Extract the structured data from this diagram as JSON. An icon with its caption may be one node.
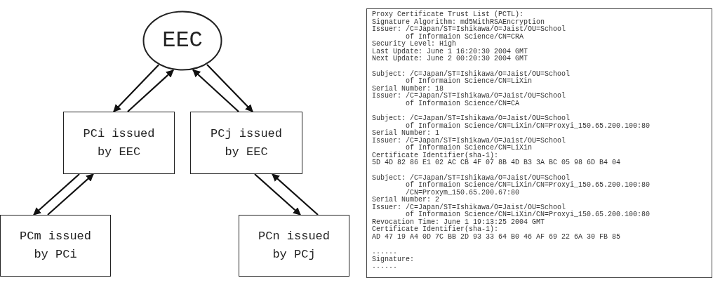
{
  "diagram": {
    "nodes": [
      {
        "text": [
          "EEC"
        ]
      },
      {
        "text": [
          "PCi issued by EEC"
        ]
      },
      {
        "text": [
          "PCj issued by EEC"
        ]
      },
      {
        "text": [
          "PCm issued by PCi"
        ]
      },
      {
        "text": [
          "PCn issued by PCj"
        ]
      },
      {
        "text": [
          "Proxy Certificate Trust List (PCTL):",
          "Signature Algorithm: md5WithRSAEncryption",
          "Issuer: /C=Japan/ST=Ishikawa/O=Jaist/OU=School",
          "of Informaion Science/CN=CRA",
          "Security Level: High",
          "Last Update: June 1 16:20:30 2004 GMT",
          "Next Update: June 2 00:20:30 2004 GMT",
          "Subject: /C=Japan/ST=Ishikawa/O=Jaist/OU=School",
          "of Informaion Science/CN=LiXin",
          "Serial Number: 18",
          "Issuer: /C=Japan/ST=Ishikawa/O=Jaist/OU=School",
          "of Informaion Science/CN=CA",
          "Subject: /C=Japan/ST=Ishikawa/O=Jaist/OU=School",
          "of Informaion Science/CN=LiXin/CN=Proxyi_150.65.200.100:80",
          "Serial Number: 1",
          "Issuer: /C=Japan/ST=Ishikawa/O=Jaist/OU=School",
          "of Informaion Science/CN=LiXin",
          "Certificate Identifier(sha-1):",
          "5D 4D 82 86 E1 02 AC CB 4F 07 8B 4D B3 3A BC 05 98 6D B4 04",
          "Subject: /C=Japan/ST=Ishikawa/O=Jaist/OU=School",
          "of Informaion Science/CN=LiXin/CN=Proxyi_150.65.200.100:80",
          "/CN=Proxym_150.65.200.67:80",
          "Serial Number: 2",
          "Issuer: /C=Japan/ST=Ishikawa/O=Jaist/OU=School",
          "of Informaion Science/CN=LiXin/CN=Proxyi_150.65.200.100:80",
          "Revocation Time: June 1 19:13:25 2004 GMT",
          "Certificate Identifier(sha-1):",
          "AD 47 19 A4 0D 7C BB 2D 93 33 64 B0 46 AF 69 22 6A 30 FB 85",
          "......",
          "Signature:",
          "......"
        ]
      }
    ],
    "edges": [
      {
        "from": 0,
        "to": 1,
        "arrow": "to"
      },
      {
        "from": 1,
        "to": 0,
        "arrow": "to"
      },
      {
        "from": 2,
        "to": 0,
        "arrow": "to"
      },
      {
        "from": 0,
        "to": 2,
        "arrow": "to"
      },
      {
        "from": 1,
        "to": 3,
        "arrow": "to"
      },
      {
        "from": 3,
        "to": 1,
        "arrow": "to"
      },
      {
        "from": 2,
        "to": 4,
        "arrow": "to"
      },
      {
        "from": 4,
        "to": 2,
        "arrow": "to"
      }
    ]
  }
}
